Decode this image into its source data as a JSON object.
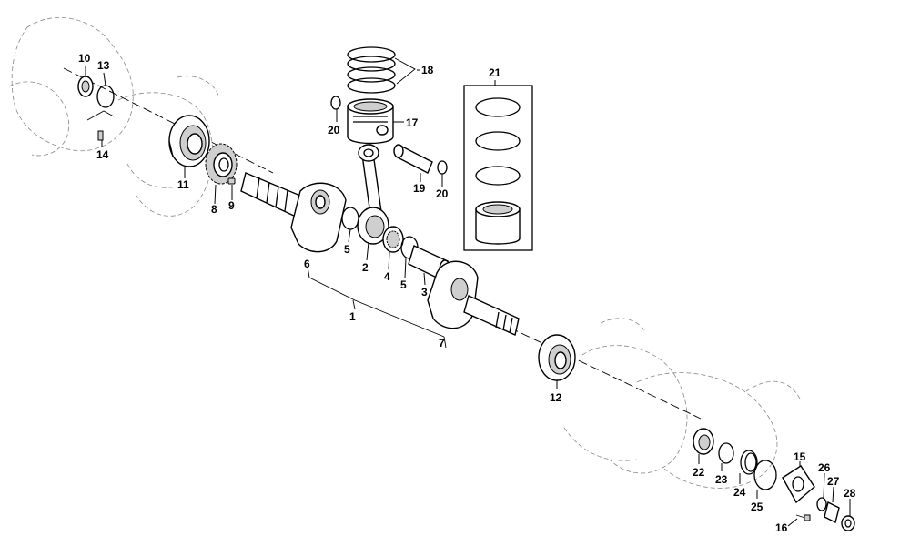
{
  "labels": {
    "p1": "1",
    "p2": "2",
    "p3": "3",
    "p4": "4",
    "p5a": "5",
    "p5b": "5",
    "p6": "6",
    "p7": "7",
    "p8": "8",
    "p9": "9",
    "p10": "10",
    "p11": "11",
    "p12": "12",
    "p13": "13",
    "p14": "14",
    "p15": "15",
    "p16": "16",
    "p17": "17",
    "p18": "18",
    "p19": "19",
    "p20a": "20",
    "p20b": "20",
    "p21": "21",
    "p22": "22",
    "p23": "23",
    "p24": "24",
    "p25": "25",
    "p26": "26",
    "p27": "27",
    "p28": "28"
  }
}
